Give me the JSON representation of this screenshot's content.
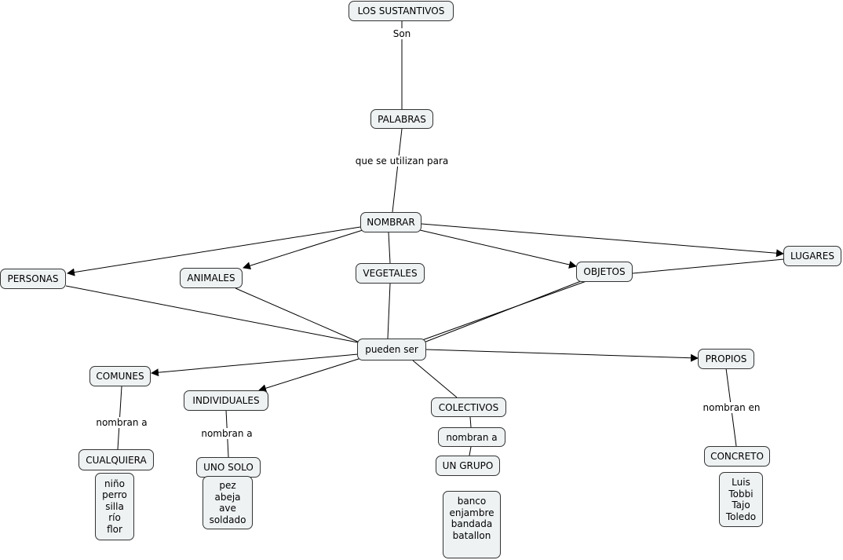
{
  "concept_map": {
    "nodes": {
      "sustantivos": "LOS SUSTANTIVOS",
      "palabras": "PALABRAS",
      "nombrar": "NOMBRAR",
      "personas": "PERSONAS",
      "animales": "ANIMALES",
      "vegetales": "VEGETALES",
      "objetos": "OBJETOS",
      "lugares": "LUGARES",
      "pueden_ser": "pueden ser",
      "comunes": "COMUNES",
      "individuales": "INDIVIDUALES",
      "colectivos": "COLECTIVOS",
      "propios": "PROPIOS",
      "cualquiera": "CUALQUIERA",
      "uno_solo": "UNO SOLO",
      "nombran_a_colectivos": "nombran a",
      "un_grupo": "UN GRUPO",
      "concreto": "CONCRETO"
    },
    "examples": {
      "comunes": [
        "niño",
        "perro",
        "silla",
        "río",
        "flor"
      ],
      "individuales": [
        "pez",
        "abeja",
        "ave",
        "soldado"
      ],
      "colectivos": [
        "banco",
        "enjambre",
        "bandada",
        "batallon"
      ],
      "propios": [
        "Luis",
        "Tobbi",
        "Tajo",
        "Toledo"
      ]
    },
    "link_labels": {
      "son": "Son",
      "que_se_utilizan_para": "que se utilizan para",
      "nombran_a_comunes": "nombran a",
      "nombran_a_individuales": "nombran a",
      "nombran_en": "nombran en"
    }
  }
}
